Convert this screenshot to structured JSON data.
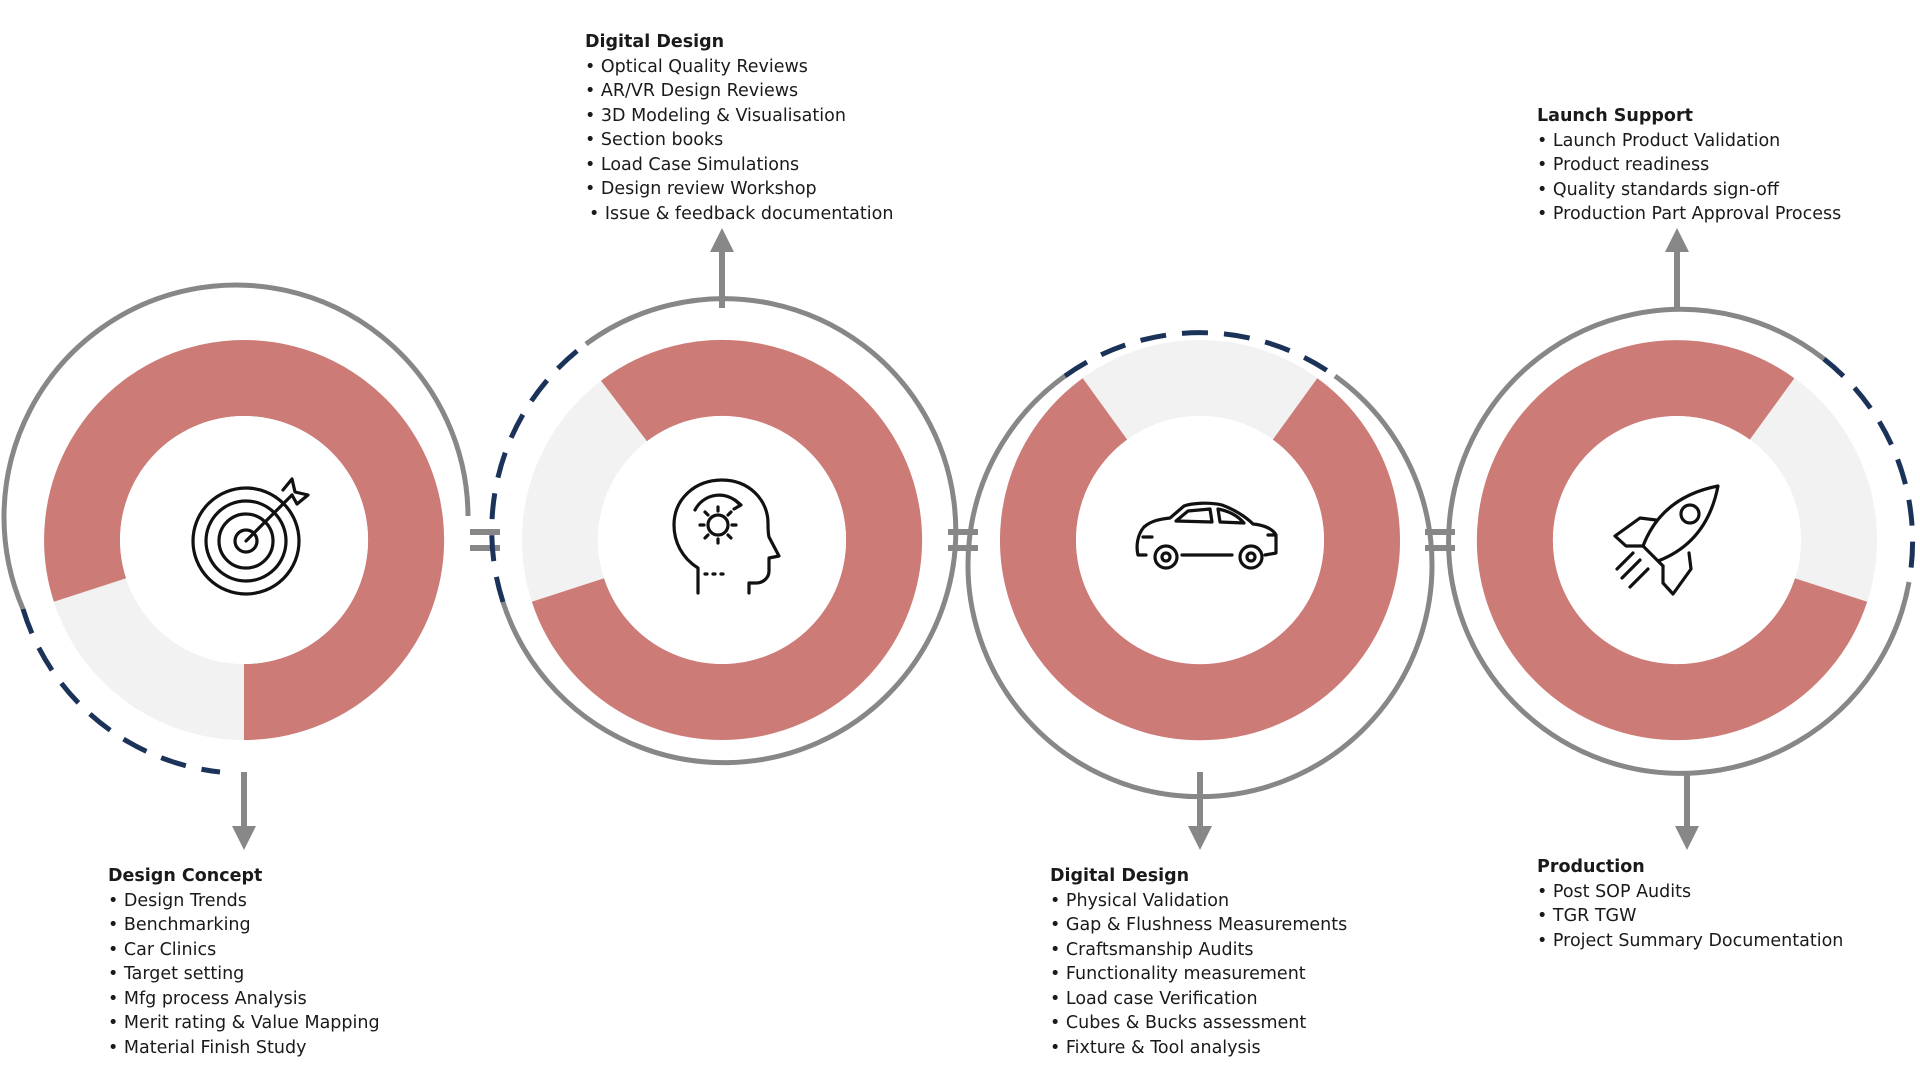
{
  "colors": {
    "accent": "#cd7b76",
    "track": "#f1f2f1",
    "ring": "#878787",
    "dash": "#1c3359",
    "text": "#1a1a1a"
  },
  "stages": [
    {
      "icon": "target-icon",
      "title": "Design Concept",
      "items": [
        "Design Trends",
        "Benchmarking",
        "Car Clinics",
        "Target setting",
        "Mfg process Analysis",
        "Merit rating & Value Mapping",
        "Material Finish Study"
      ]
    },
    {
      "icon": "head-gear-icon",
      "title": "Digital Design",
      "items": [
        "Optical Quality Reviews",
        "AR/VR Design Reviews",
        "3D Modeling & Visualisation",
        "Section books",
        "Load Case Simulations",
        "Design review Workshop",
        "Issue & feedback documentation"
      ]
    },
    {
      "icon": "car-icon",
      "title": "Digital Design",
      "items": [
        "Physical Validation",
        "Gap & Flushness Measurements",
        "Craftsmanship Audits",
        "Functionality measurement",
        "Load case Verification",
        "Cubes & Bucks assessment",
        "Fixture & Tool analysis"
      ]
    },
    {
      "icon": "rocket-icon",
      "title": "Launch Support",
      "items": [
        "Launch Product Validation",
        "Product readiness",
        "Quality standards sign-off",
        "Production Part Approval Process"
      ]
    },
    {
      "icon": "rocket-icon",
      "title": "Production",
      "items": [
        "Post SOP Audits",
        "TGR TGW",
        "Project Summary Documentation"
      ]
    }
  ]
}
